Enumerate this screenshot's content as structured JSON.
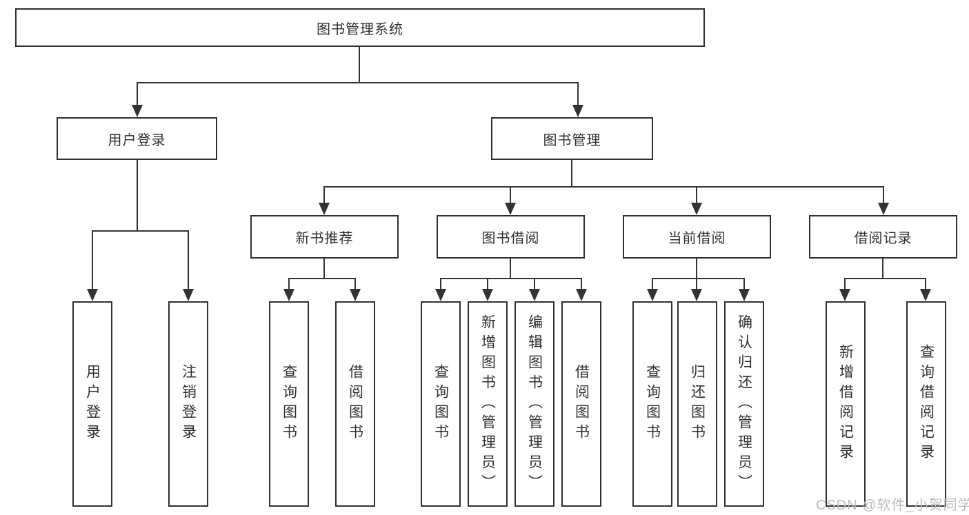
{
  "diagram": {
    "type": "tree",
    "root_label": "图书管理系统",
    "level1": {
      "user_login": "用户登录",
      "book_mgmt": "图书管理"
    },
    "level2": {
      "new_books": "新书推荐",
      "book_borrow": "图书借阅",
      "current_borrow": "当前借阅",
      "borrow_records": "借阅记录"
    },
    "leaves": {
      "login": [
        "用户登录",
        "注销登录"
      ],
      "new_books": [
        "查询图书",
        "借阅图书"
      ],
      "book_borrow": [
        "查询图书",
        "新增图书（管理员）",
        "编辑图书（管理员）",
        "借阅图书"
      ],
      "current_borrow": [
        "查询图书",
        "归还图书",
        "确认归还（管理员）"
      ],
      "borrow_records": [
        "新增借阅记录",
        "查询借阅记录"
      ]
    },
    "watermark": "CSDN @软件_小贺同学",
    "colors": {
      "line": "#333333",
      "border": "#2f2f2f",
      "text": "#2f2f2f",
      "watermark": "#bcbcbc",
      "background": "#ffffff"
    }
  }
}
